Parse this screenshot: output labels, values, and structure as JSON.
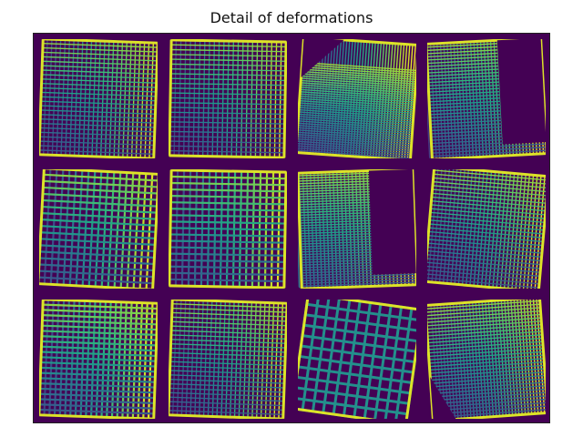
{
  "figure": {
    "title": "Detail of deformations",
    "colormap": [
      "#440154",
      "#482878",
      "#3e4a89",
      "#31688e",
      "#26828e",
      "#1f9e89",
      "#35b779",
      "#6ece58",
      "#b5de2b",
      "#fde725"
    ],
    "background_color": "#440154",
    "grid": {
      "rows": 3,
      "cols": 4
    }
  },
  "panels": [
    {
      "name": "r1c1",
      "style": "dense-rotated",
      "rot": 2,
      "n": 26,
      "shift_x": 0,
      "shift_y": 0,
      "orient": "v"
    },
    {
      "name": "r1c2",
      "style": "dense",
      "rot": 1,
      "n": 24,
      "shift_x": 0,
      "shift_y": 0,
      "orient": "v"
    },
    {
      "name": "r1c3",
      "style": "shifted",
      "rot": 4,
      "n": 40,
      "shift_x": 0.3,
      "shift_y": 0.22,
      "orient": "h"
    },
    {
      "name": "r1c4",
      "style": "shifted",
      "rot": -3,
      "n": 36,
      "shift_x": -0.05,
      "shift_y": -0.35,
      "orient": "v"
    },
    {
      "name": "r2c1",
      "style": "medium",
      "rot": 3,
      "n": 18,
      "shift_x": 0,
      "shift_y": 0,
      "orient": "v"
    },
    {
      "name": "r2c2",
      "style": "medium",
      "rot": 1,
      "n": 18,
      "shift_x": 0,
      "shift_y": 0,
      "orient": "v"
    },
    {
      "name": "r2c3",
      "style": "shifted",
      "rot": -2,
      "n": 44,
      "shift_x": -0.45,
      "shift_y": -0.15,
      "orient": "v"
    },
    {
      "name": "r2c4",
      "style": "dense-rotated",
      "rot": 5,
      "n": 30,
      "shift_x": 0,
      "shift_y": 0,
      "orient": "v"
    },
    {
      "name": "r3c1",
      "style": "medium",
      "rot": 2,
      "n": 22,
      "shift_x": 0,
      "shift_y": 0,
      "orient": "v"
    },
    {
      "name": "r3c2",
      "style": "dense",
      "rot": 2,
      "n": 26,
      "shift_x": 0,
      "shift_y": 0,
      "orient": "v"
    },
    {
      "name": "r3c3",
      "style": "coarse",
      "rot": 8,
      "n": 11,
      "shift_x": 0,
      "shift_y": 0,
      "orient": "v"
    },
    {
      "name": "r3c4",
      "style": "shifted",
      "rot": -4,
      "n": 34,
      "shift_x": 0.05,
      "shift_y": 0.28,
      "orient": "v"
    }
  ]
}
